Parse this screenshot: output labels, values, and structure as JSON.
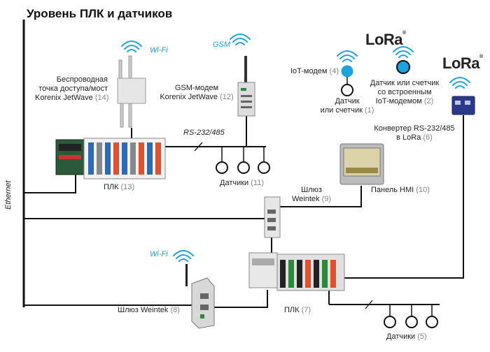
{
  "title": "Уровень ПЛК и датчиков",
  "ethernet_label": "Ethernet",
  "wifi_label_1": "Wi-Fi",
  "wifi_label_2": "Wi-Fi",
  "gsm_label": "GSM",
  "lora_label_1": "LoRa",
  "lora_label_2": "LoRa",
  "rs_label": "RS-232/485",
  "access_point": {
    "line1": "Беспроводная",
    "line2": "точка доступа/мост",
    "line3": "Korenix JetWave",
    "num": "(14)"
  },
  "gsm_modem": {
    "line1": "GSM-модем",
    "line2": "Korenix JetWave",
    "num": "(12)"
  },
  "iot_modem": {
    "text": "IoT-модем",
    "num": "(4)"
  },
  "sensor_meter": {
    "line1": "Датчик",
    "line2": "или счетчик",
    "num": "(1)"
  },
  "sensor_iot": {
    "line1": "Датчик или счетчик",
    "line2": "со встроенным",
    "line3": "IoT-модемом",
    "num": "(2)"
  },
  "converter": {
    "line1": "Конвертер RS-232/485",
    "line2": "в LoRa",
    "num": "(6)"
  },
  "plc13": {
    "text": "ПЛК",
    "num": "(13)"
  },
  "sensors11": {
    "text": "Датчики",
    "num": "(11)"
  },
  "gateway9": {
    "line1": "Шлюз",
    "line2": "Weintek",
    "num": "(9)"
  },
  "hmi10": {
    "text": "Панель HMI",
    "num": "(10)"
  },
  "gateway8": {
    "text": "Шлюз Weintek",
    "num": "(8)"
  },
  "plc7": {
    "text": "ПЛК",
    "num": "(7)"
  },
  "sensors5": {
    "text": "Датчики",
    "num": "(5)"
  },
  "colors": {
    "line": "#111111",
    "accent": "#1aa3e0",
    "orange": "#e0502a",
    "green": "#2a8a3a"
  }
}
